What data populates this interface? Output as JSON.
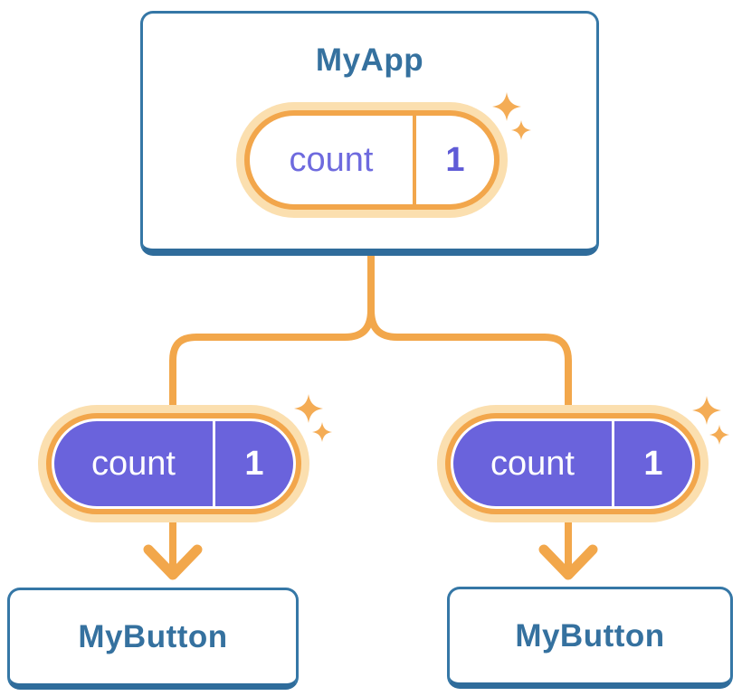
{
  "diagram": {
    "root": {
      "title": "MyApp",
      "state": {
        "name": "count",
        "value": "1"
      }
    },
    "children": [
      {
        "title": "MyButton",
        "prop": {
          "name": "count",
          "value": "1"
        }
      },
      {
        "title": "MyButton",
        "prop": {
          "name": "count",
          "value": "1"
        }
      }
    ],
    "colors": {
      "card_border": "#3577A6",
      "card_border_bottom": "#2F6C9B",
      "card_text": "#35719F",
      "connector": "#F2A74B",
      "pill_ring": "#F2A64B",
      "pill_halo": "#FBDFAF",
      "pill_fill_root": "#FFFFFF",
      "pill_fill_child": "#6A63DC",
      "pill_text_root": "#6E6ADE",
      "pill_value_root": "#5F5BD6",
      "pill_text_child": "#FFFFFF",
      "sparkle": "#F4AC55",
      "background": "#FFFFFF"
    }
  }
}
